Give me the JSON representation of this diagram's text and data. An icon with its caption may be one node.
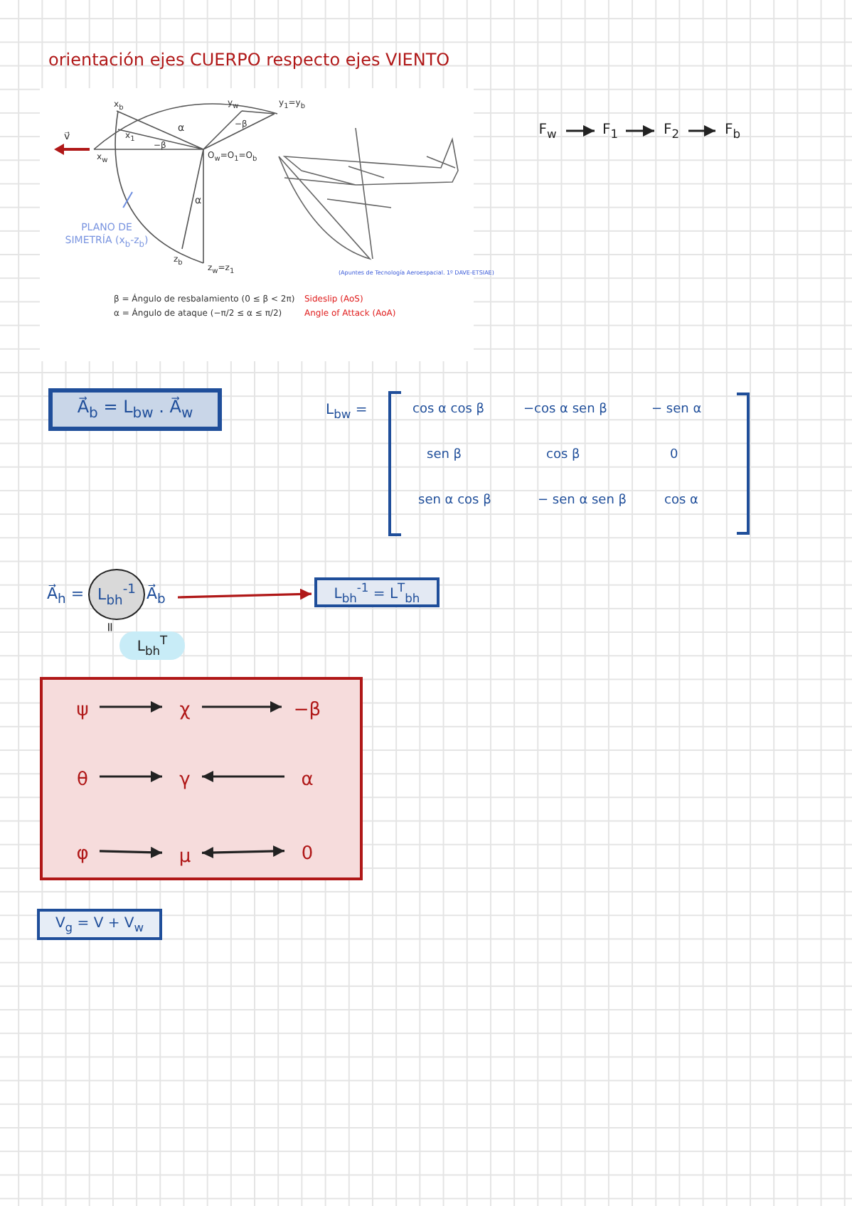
{
  "diagram": {
    "title": "orientación ejes CUERPO respecto ejes VIENTO",
    "nodes": [
      {
        "text": [
          "F$_{w}$"
        ]
      },
      {
        "text": [
          "F$_{1}$"
        ]
      },
      {
        "text": [
          "F$_{2}$"
        ]
      },
      {
        "text": [
          "F$_{b}$"
        ]
      },
      {
        "text": [
          "A⃗$_{b}$ = L$_{bw}$ . A⃗$_{w}$"
        ]
      },
      {
        "text": [
          "L$_{bh}$$^{-1}$"
        ]
      },
      {
        "text": [
          "L$_{bh}$$^{T}$"
        ]
      },
      {
        "text": [
          "L$_{bh}$$^{-1}$ = L$^{T}$$_{bh}$"
        ]
      },
      {
        "text": [],
        "shape": "box"
      },
      {
        "text": [
          "ψ"
        ],
        "in": 8
      },
      {
        "text": [
          "χ"
        ],
        "in": 8
      },
      {
        "text": [
          "−β"
        ],
        "in": 8
      },
      {
        "text": [
          "θ"
        ],
        "in": 8
      },
      {
        "text": [
          "γ"
        ],
        "in": 8
      },
      {
        "text": [
          "α"
        ],
        "in": 8
      },
      {
        "text": [
          "φ"
        ],
        "in": 8
      },
      {
        "text": [
          "μ"
        ],
        "in": 8
      },
      {
        "text": [
          "0"
        ],
        "in": 8
      },
      {
        "text": [
          "V$_{g}$ = V + V$_{w}$"
        ]
      },
      {
        "text": [
          "PLANO DE SIMETRÍA (x$_{b}$-z$_{b}$)"
        ]
      }
    ],
    "edges": [
      {
        "from": 0,
        "to": 1,
        "arrow": "to"
      },
      {
        "from": 1,
        "to": 2,
        "arrow": "to"
      },
      {
        "from": 2,
        "to": 3,
        "arrow": "to"
      },
      {
        "from": null,
        "to": 7,
        "arrow": "to",
        "color": "#b01818"
      },
      {
        "from": 9,
        "to": 10,
        "arrow": "to"
      },
      {
        "from": 10,
        "to": 11,
        "arrow": "to"
      },
      {
        "from": 12,
        "to": 13,
        "arrow": "to"
      },
      {
        "from": 14,
        "to": 13,
        "arrow": "to"
      },
      {
        "from": 15,
        "to": 16,
        "arrow": "to"
      },
      {
        "from": 16,
        "to": 17,
        "arrow": "both"
      },
      {
        "from": 19,
        "to": null,
        "arrow": "none",
        "color": "#6f8fe0"
      }
    ],
    "labels": [
      "x$_{b}$",
      "v⃗",
      "x$_{w}$",
      "x$_{1}$",
      "α",
      "−β",
      "y$_{w}$",
      "−β",
      "y$_{1}$=y$_{b}$",
      "O$_{w}$=O$_{1}$=O$_{b}$",
      "α",
      "z$_{b}$",
      "z$_{w}$=z$_{1}$",
      "(Apuntes de Tecnología Aeroespacial. 1º DAVE-ETSIAE)",
      "β = Ángulo de resbalamiento (0 ≤ β < 2π)",
      "Sideslip (AoS)",
      "α = Ángulo de ataque (−π/2 ≤ α ≤ π/2)",
      "Angle of Attack (AoA)",
      "L$_{bw}$ =",
      "cos α cos β",
      "−cos α sen β",
      "− sen α",
      "sen β",
      "cos β",
      "0",
      "sen α cos β",
      "− sen α sen β",
      "cos α",
      "A⃗$_{h}$ =",
      "A⃗$_{b}$",
      "="
    ]
  }
}
